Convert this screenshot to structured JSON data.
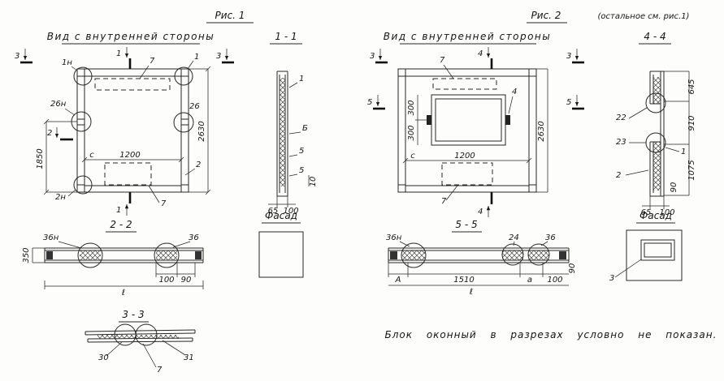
{
  "fig1": {
    "title": "Рис. 1",
    "subtitle": "Вид с внутренней стороны",
    "main_view": {
      "marker_3_left": "3",
      "marker_1_top": "1",
      "marker_3_right": "3",
      "marker_2_left": "2",
      "marker_1_bottom": "1",
      "balloon_1n": "1н",
      "balloon_26n": "26н",
      "balloon_2n": "2н",
      "balloon_26": "26",
      "label_1": "1",
      "label_2": "2",
      "label_7_top": "7",
      "label_7_bottom": "7",
      "dim_1850": "1850",
      "dim_2630": "2630",
      "dim_c": "с",
      "dim_1200": "1200"
    },
    "section_1_1": {
      "title": "1 - 1",
      "label_1": "1",
      "label_b": "Б",
      "label_5a": "5",
      "label_5b": "5",
      "dim_65": "65",
      "dim_100": "100",
      "dim_10": "10"
    },
    "facade": {
      "title": "Фасад"
    },
    "section_2_2": {
      "title": "2 - 2",
      "balloon_36n": "36н",
      "balloon_36": "36",
      "dim_350": "350",
      "dim_100": "100",
      "dim_90": "90",
      "dim_L": "ℓ"
    },
    "section_3_3": {
      "title": "3 - 3",
      "label_30": "30",
      "label_31": "31",
      "label_7": "7"
    }
  },
  "fig2": {
    "title": "Рис. 2",
    "title_note": "(остальное см. рис.1)",
    "subtitle": "Вид с внутренней стороны",
    "main_view": {
      "marker_3_left": "3",
      "marker_4_top": "4",
      "marker_3_right": "3",
      "marker_5_left": "5",
      "marker_5_right": "5",
      "marker_4_bottom": "4",
      "label_7_top": "7",
      "label_7_bottom": "7",
      "label_4": "4",
      "dim_300a": "300",
      "dim_300b": "300",
      "dim_c": "с",
      "dim_1200": "1200",
      "dim_2630": "2630"
    },
    "section_4_4": {
      "title": "4 - 4",
      "balloon_22": "22",
      "balloon_23": "23",
      "label_1": "1",
      "label_2": "2",
      "dim_645": "645",
      "dim_910": "910",
      "dim_1075": "1075",
      "dim_65": "65",
      "dim_100": "100",
      "dim_90": "90"
    },
    "facade": {
      "title": "Фасад",
      "label_3": "3"
    },
    "section_5_5": {
      "title": "5 - 5",
      "balloon_36n": "36н",
      "balloon_24": "24",
      "balloon_36": "36",
      "dim_A": "А",
      "dim_1510": "1510",
      "dim_a": "а",
      "dim_100": "100",
      "dim_90": "90",
      "dim_L": "ℓ"
    },
    "note": "Блок оконный в разрезах условно не показан."
  }
}
